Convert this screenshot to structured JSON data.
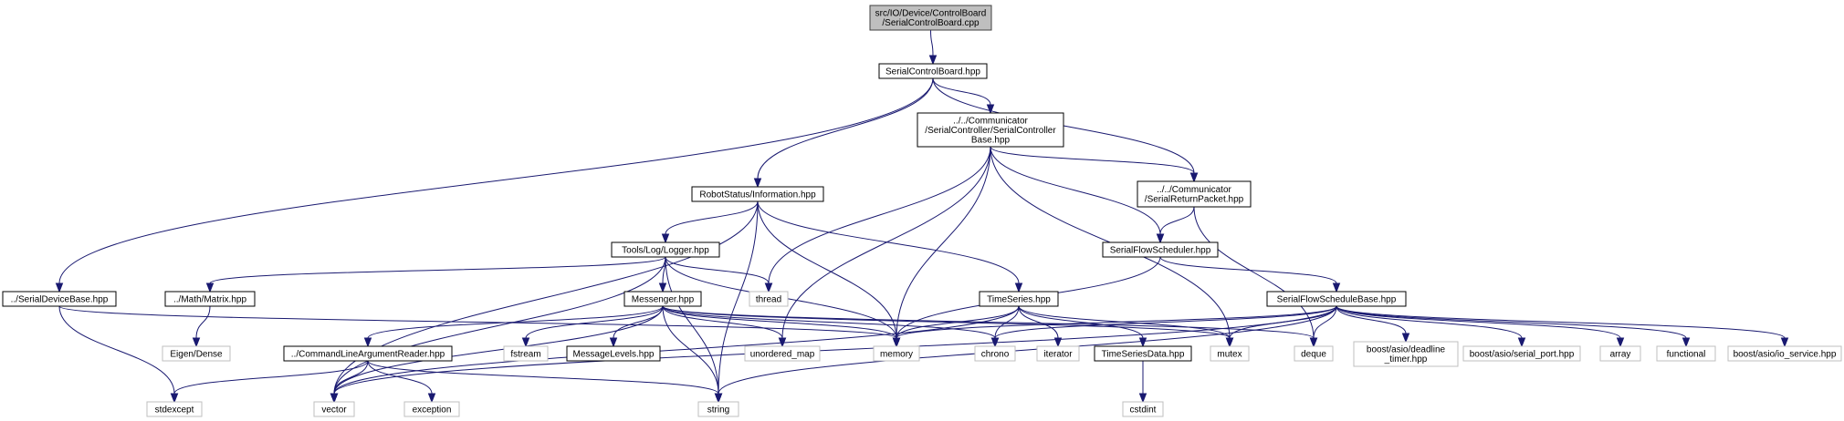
{
  "diagram": {
    "nodes": [
      {
        "id": "root",
        "lines": [
          "src/IO/Device/ControlBoard",
          "/SerialControlBoard.cpp"
        ],
        "kind": "root"
      },
      {
        "id": "scb",
        "lines": [
          "SerialControlBoard.hpp"
        ],
        "kind": "local"
      },
      {
        "id": "scbase",
        "lines": [
          "../../Communicator",
          "/SerialController/SerialController",
          "Base.hpp"
        ],
        "kind": "local"
      },
      {
        "id": "info",
        "lines": [
          "RobotStatus/Information.hpp"
        ],
        "kind": "local"
      },
      {
        "id": "srp",
        "lines": [
          "../../Communicator",
          "/SerialReturnPacket.hpp"
        ],
        "kind": "local"
      },
      {
        "id": "sfs",
        "lines": [
          "SerialFlowScheduler.hpp"
        ],
        "kind": "local"
      },
      {
        "id": "logger",
        "lines": [
          "Tools/Log/Logger.hpp"
        ],
        "kind": "local"
      },
      {
        "id": "thread",
        "lines": [
          "thread"
        ],
        "kind": "system"
      },
      {
        "id": "sdb",
        "lines": [
          "../SerialDeviceBase.hpp"
        ],
        "kind": "local"
      },
      {
        "id": "matrix",
        "lines": [
          "../Math/Matrix.hpp"
        ],
        "kind": "local"
      },
      {
        "id": "messenger",
        "lines": [
          "Messenger.hpp"
        ],
        "kind": "local"
      },
      {
        "id": "timeseries",
        "lines": [
          "TimeSeries.hpp"
        ],
        "kind": "local"
      },
      {
        "id": "sfsb",
        "lines": [
          "SerialFlowScheduleBase.hpp"
        ],
        "kind": "local"
      },
      {
        "id": "eigen",
        "lines": [
          "Eigen/Dense"
        ],
        "kind": "system"
      },
      {
        "id": "clar",
        "lines": [
          "../CommandLineArgumentReader.hpp"
        ],
        "kind": "local"
      },
      {
        "id": "fstream",
        "lines": [
          "fstream"
        ],
        "kind": "system"
      },
      {
        "id": "msglevels",
        "lines": [
          "MessageLevels.hpp"
        ],
        "kind": "local"
      },
      {
        "id": "umap",
        "lines": [
          "unordered_map"
        ],
        "kind": "system"
      },
      {
        "id": "memory",
        "lines": [
          "memory"
        ],
        "kind": "system"
      },
      {
        "id": "chrono",
        "lines": [
          "chrono"
        ],
        "kind": "system"
      },
      {
        "id": "iterator",
        "lines": [
          "iterator"
        ],
        "kind": "system"
      },
      {
        "id": "tsdata",
        "lines": [
          "TimeSeriesData.hpp"
        ],
        "kind": "local"
      },
      {
        "id": "mutex",
        "lines": [
          "mutex"
        ],
        "kind": "system"
      },
      {
        "id": "deque",
        "lines": [
          "deque"
        ],
        "kind": "system"
      },
      {
        "id": "deadline",
        "lines": [
          "boost/asio/deadline",
          "_timer.hpp"
        ],
        "kind": "system"
      },
      {
        "id": "serialport",
        "lines": [
          "boost/asio/serial_port.hpp"
        ],
        "kind": "system"
      },
      {
        "id": "array",
        "lines": [
          "array"
        ],
        "kind": "system"
      },
      {
        "id": "functional",
        "lines": [
          "functional"
        ],
        "kind": "system"
      },
      {
        "id": "ioservice",
        "lines": [
          "boost/asio/io_service.hpp"
        ],
        "kind": "system"
      },
      {
        "id": "stdexcept",
        "lines": [
          "stdexcept"
        ],
        "kind": "system"
      },
      {
        "id": "vector",
        "lines": [
          "vector"
        ],
        "kind": "system"
      },
      {
        "id": "exception",
        "lines": [
          "exception"
        ],
        "kind": "system"
      },
      {
        "id": "string",
        "lines": [
          "string"
        ],
        "kind": "system"
      },
      {
        "id": "cstdint",
        "lines": [
          "cstdint"
        ],
        "kind": "system"
      }
    ],
    "edges": [
      [
        "root",
        "scb"
      ],
      [
        "scb",
        "sdb"
      ],
      [
        "scb",
        "info"
      ],
      [
        "scb",
        "scbase"
      ],
      [
        "scb",
        "srp"
      ],
      [
        "scbase",
        "thread"
      ],
      [
        "scbase",
        "umap"
      ],
      [
        "scbase",
        "memory"
      ],
      [
        "scbase",
        "mutex"
      ],
      [
        "scbase",
        "srp"
      ],
      [
        "scbase",
        "sfs"
      ],
      [
        "info",
        "logger"
      ],
      [
        "info",
        "vector"
      ],
      [
        "info",
        "timeseries"
      ],
      [
        "info",
        "memory"
      ],
      [
        "info",
        "string"
      ],
      [
        "srp",
        "sfs"
      ],
      [
        "srp",
        "deque"
      ],
      [
        "sfs",
        "memory"
      ],
      [
        "sfs",
        "sfsb"
      ],
      [
        "logger",
        "matrix"
      ],
      [
        "logger",
        "messenger"
      ],
      [
        "logger",
        "thread"
      ],
      [
        "logger",
        "memory"
      ],
      [
        "logger",
        "vector"
      ],
      [
        "logger",
        "string"
      ],
      [
        "sdb",
        "stdexcept"
      ],
      [
        "sdb",
        "memory"
      ],
      [
        "matrix",
        "eigen"
      ],
      [
        "messenger",
        "clar"
      ],
      [
        "messenger",
        "fstream"
      ],
      [
        "messenger",
        "msglevels"
      ],
      [
        "messenger",
        "umap"
      ],
      [
        "messenger",
        "memory"
      ],
      [
        "messenger",
        "vector"
      ],
      [
        "messenger",
        "string"
      ],
      [
        "messenger",
        "chrono"
      ],
      [
        "messenger",
        "mutex"
      ],
      [
        "messenger",
        "deque"
      ],
      [
        "timeseries",
        "memory"
      ],
      [
        "timeseries",
        "chrono"
      ],
      [
        "timeseries",
        "iterator"
      ],
      [
        "timeseries",
        "tsdata"
      ],
      [
        "timeseries",
        "mutex"
      ],
      [
        "timeseries",
        "vector"
      ],
      [
        "tsdata",
        "cstdint"
      ],
      [
        "sfsb",
        "memory"
      ],
      [
        "sfsb",
        "chrono"
      ],
      [
        "sfsb",
        "vector"
      ],
      [
        "sfsb",
        "mutex"
      ],
      [
        "sfsb",
        "deque"
      ],
      [
        "sfsb",
        "deadline"
      ],
      [
        "sfsb",
        "serialport"
      ],
      [
        "sfsb",
        "array"
      ],
      [
        "sfsb",
        "functional"
      ],
      [
        "sfsb",
        "ioservice"
      ],
      [
        "sfsb",
        "string"
      ],
      [
        "clar",
        "stdexcept"
      ],
      [
        "clar",
        "vector"
      ],
      [
        "clar",
        "exception"
      ],
      [
        "clar",
        "string"
      ]
    ]
  }
}
